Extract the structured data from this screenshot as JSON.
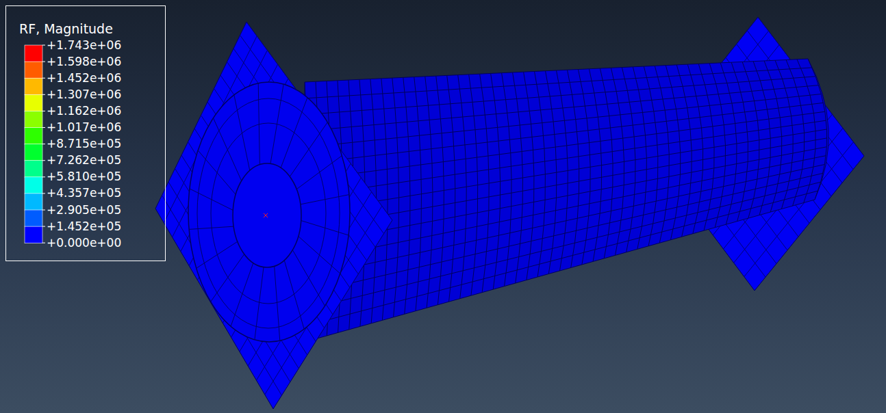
{
  "diagram": {
    "labels": [
      "RF, Magnitude",
      "+0.000e+00"
    ],
    "legend": [
      {
        "text": "+1.743e+06",
        "color": "#ff0000"
      },
      {
        "text": "+1.598e+06",
        "color": "#ff5c00"
      },
      {
        "text": "+1.452e+06",
        "color": "#ffb900"
      },
      {
        "text": "+1.307e+06",
        "color": "#e8ff00"
      },
      {
        "text": "+1.162e+06",
        "color": "#8bff00"
      },
      {
        "text": "+1.017e+06",
        "color": "#2eff00"
      },
      {
        "text": "+8.715e+05",
        "color": "#00ff2e"
      },
      {
        "text": "+7.262e+05",
        "color": "#00ff8b"
      },
      {
        "text": "+5.810e+05",
        "color": "#00ffe8"
      },
      {
        "text": "+4.357e+05",
        "color": "#00b9ff"
      },
      {
        "text": "+2.905e+05",
        "color": "#005cff"
      },
      {
        "text": "+1.452e+05",
        "color": "#0000ff"
      }
    ]
  }
}
